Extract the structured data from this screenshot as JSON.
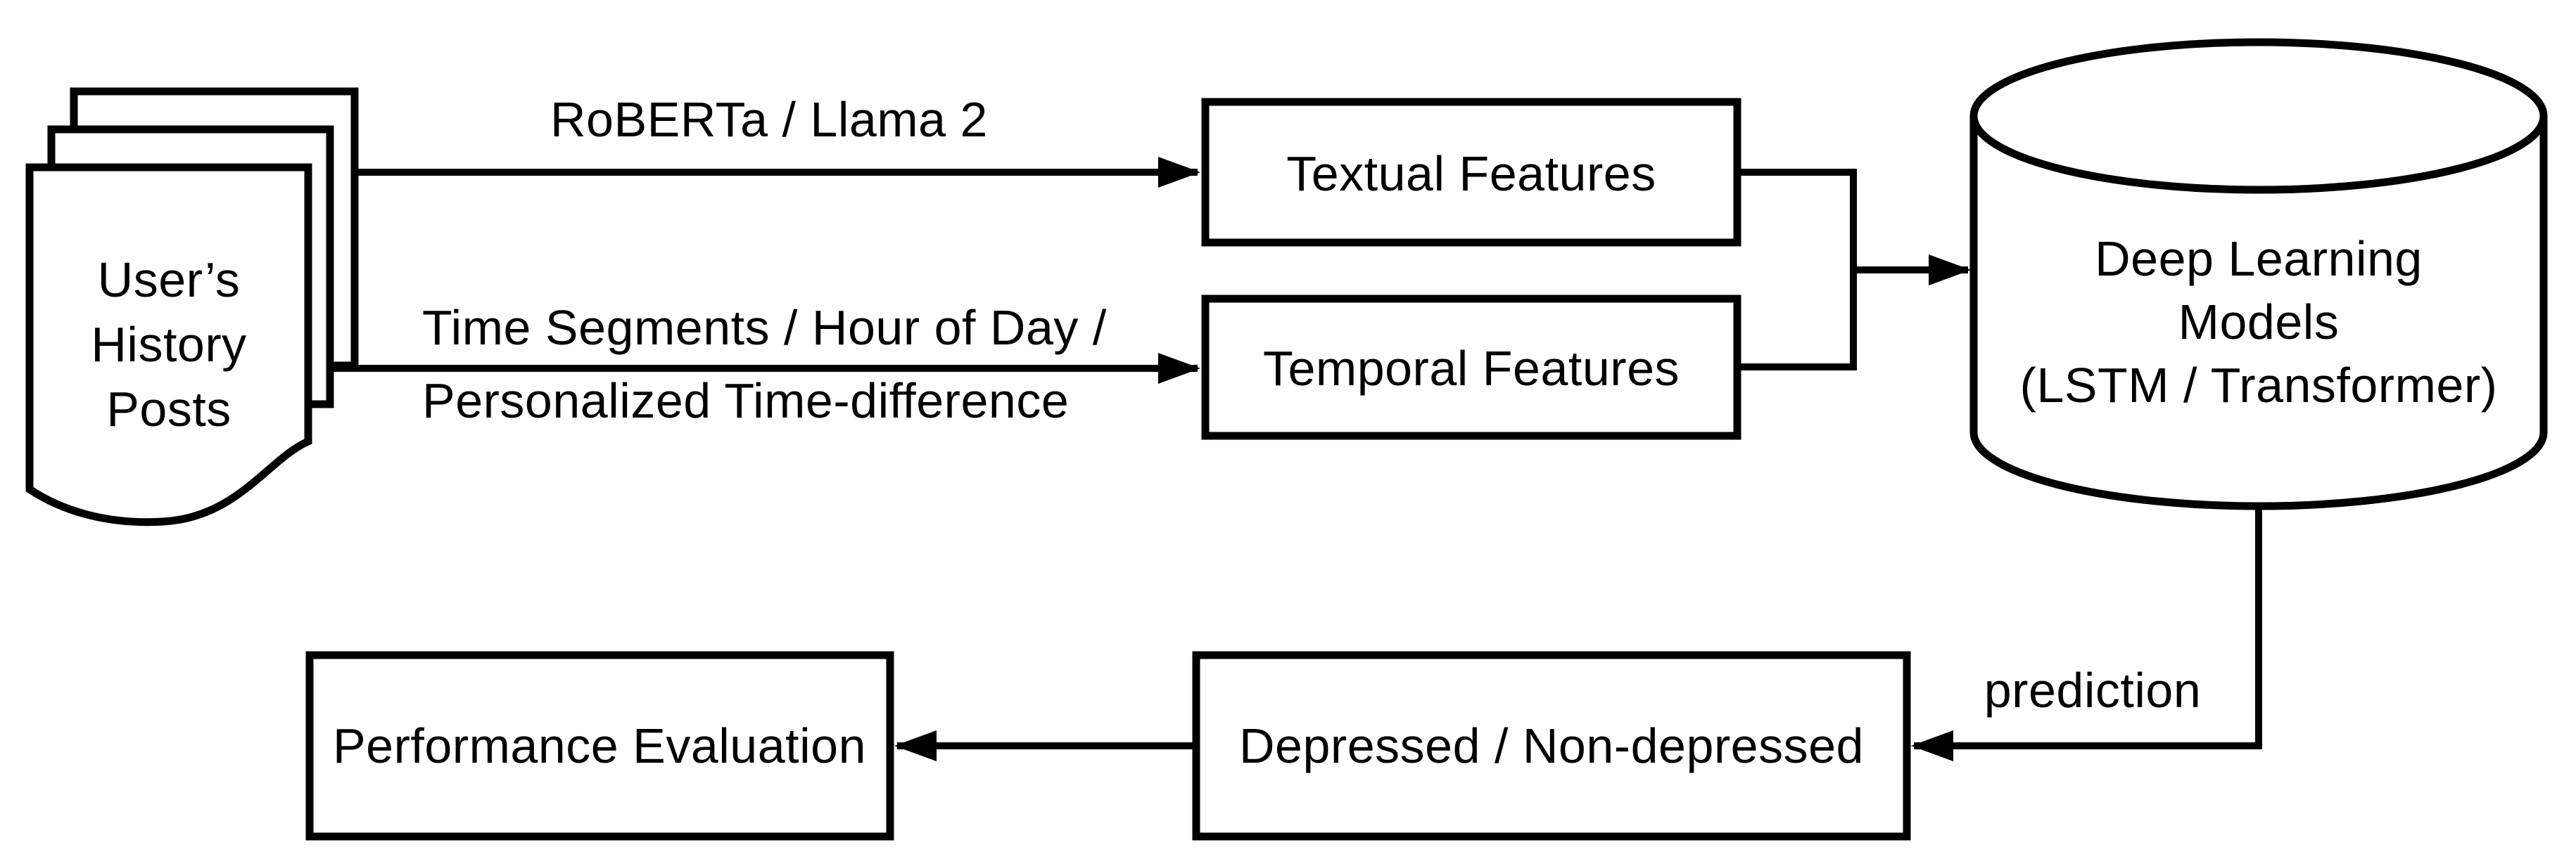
{
  "colors": {
    "background": "#ffffff",
    "line": "#000000",
    "shape_fill": "#ffffff"
  },
  "nodes": {
    "user_posts": {
      "shape": "document-stack",
      "lines": [
        "User’s",
        "History",
        "Posts"
      ]
    },
    "textual_features": {
      "shape": "rectangle",
      "label": "Textual Features"
    },
    "temporal_features": {
      "shape": "rectangle",
      "label": "Temporal Features"
    },
    "deep_learning_models": {
      "shape": "cylinder",
      "lines": [
        "Deep Learning",
        "Models",
        "(LSTM / Transformer)"
      ]
    },
    "depressed_output": {
      "shape": "rectangle",
      "label": "Depressed / Non-depressed"
    },
    "performance_evaluation": {
      "shape": "rectangle",
      "label": "Performance Evaluation"
    }
  },
  "edge_labels": {
    "textual_extractors": "RoBERTa / Llama 2",
    "temporal_extractors_line1": "Time Segments / Hour of Day /",
    "temporal_extractors_line2": "Personalized Time-difference",
    "prediction": "prediction"
  }
}
